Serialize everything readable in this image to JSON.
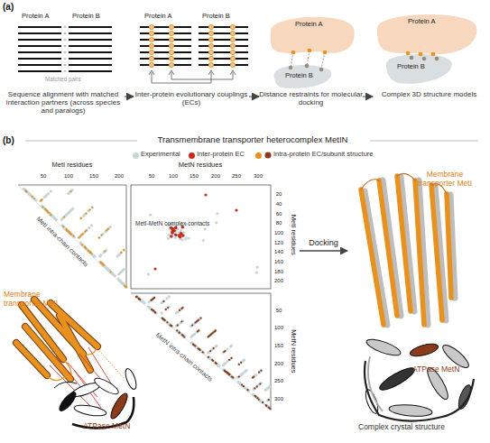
{
  "diagram": {
    "title": "Transmembrane transporter heterocomplex MetIN",
    "nodes": [
      {
        "text": [
          "Sequence alignment with matched interaction partners (across species and paralogs)"
        ]
      },
      {
        "text": [
          "Inter-protein evolutionary couplings (ECs)"
        ]
      },
      {
        "text": [
          "Distance restraints for molecular docking"
        ]
      },
      {
        "text": [
          "Complex 3D structure models"
        ]
      },
      {
        "text": [
          "Membrane transporter MetI",
          "ATPase MetN"
        ]
      },
      {
        "text": [
          "Membrane transporter MetI",
          "ATPase MetN",
          "Complex crystal structure"
        ]
      }
    ],
    "edges": [
      {
        "from": 0,
        "to": 1,
        "arrow": "to"
      },
      {
        "from": 1,
        "to": 2,
        "arrow": "to"
      },
      {
        "from": 2,
        "to": 3,
        "arrow": "to"
      },
      {
        "from": 4,
        "to": 5,
        "label": "Docking",
        "arrow": "to"
      }
    ],
    "labels": [
      "(a)",
      "Protein A",
      "Protein B",
      "Matched pairs",
      "Protein A",
      "Protein B",
      "Protein A",
      "Protein B",
      "Protein A",
      "Protein B",
      "(b)",
      "MetI residues",
      "50",
      "100",
      "150",
      "200",
      "MetN residues",
      "50",
      "100",
      "150",
      "200",
      "250",
      "300",
      "MetI residues",
      "20",
      "40",
      "60",
      "80",
      "100",
      "120",
      "140",
      "160",
      "180",
      "200",
      "MetI-MetN complex contacts",
      "MetI intra-chain contacts",
      "MetN intra-chain contacts",
      "MetN residues",
      "50",
      "100",
      "150",
      "200",
      "250",
      "300"
    ],
    "legend": [
      {
        "text": "Experimental",
        "color": "#c5d6d6"
      },
      {
        "text": "Inter-protein EC",
        "color": "#c62a1c"
      },
      {
        "text": "Intra-protein EC/subunit structure",
        "color": "#e8911f"
      }
    ]
  }
}
